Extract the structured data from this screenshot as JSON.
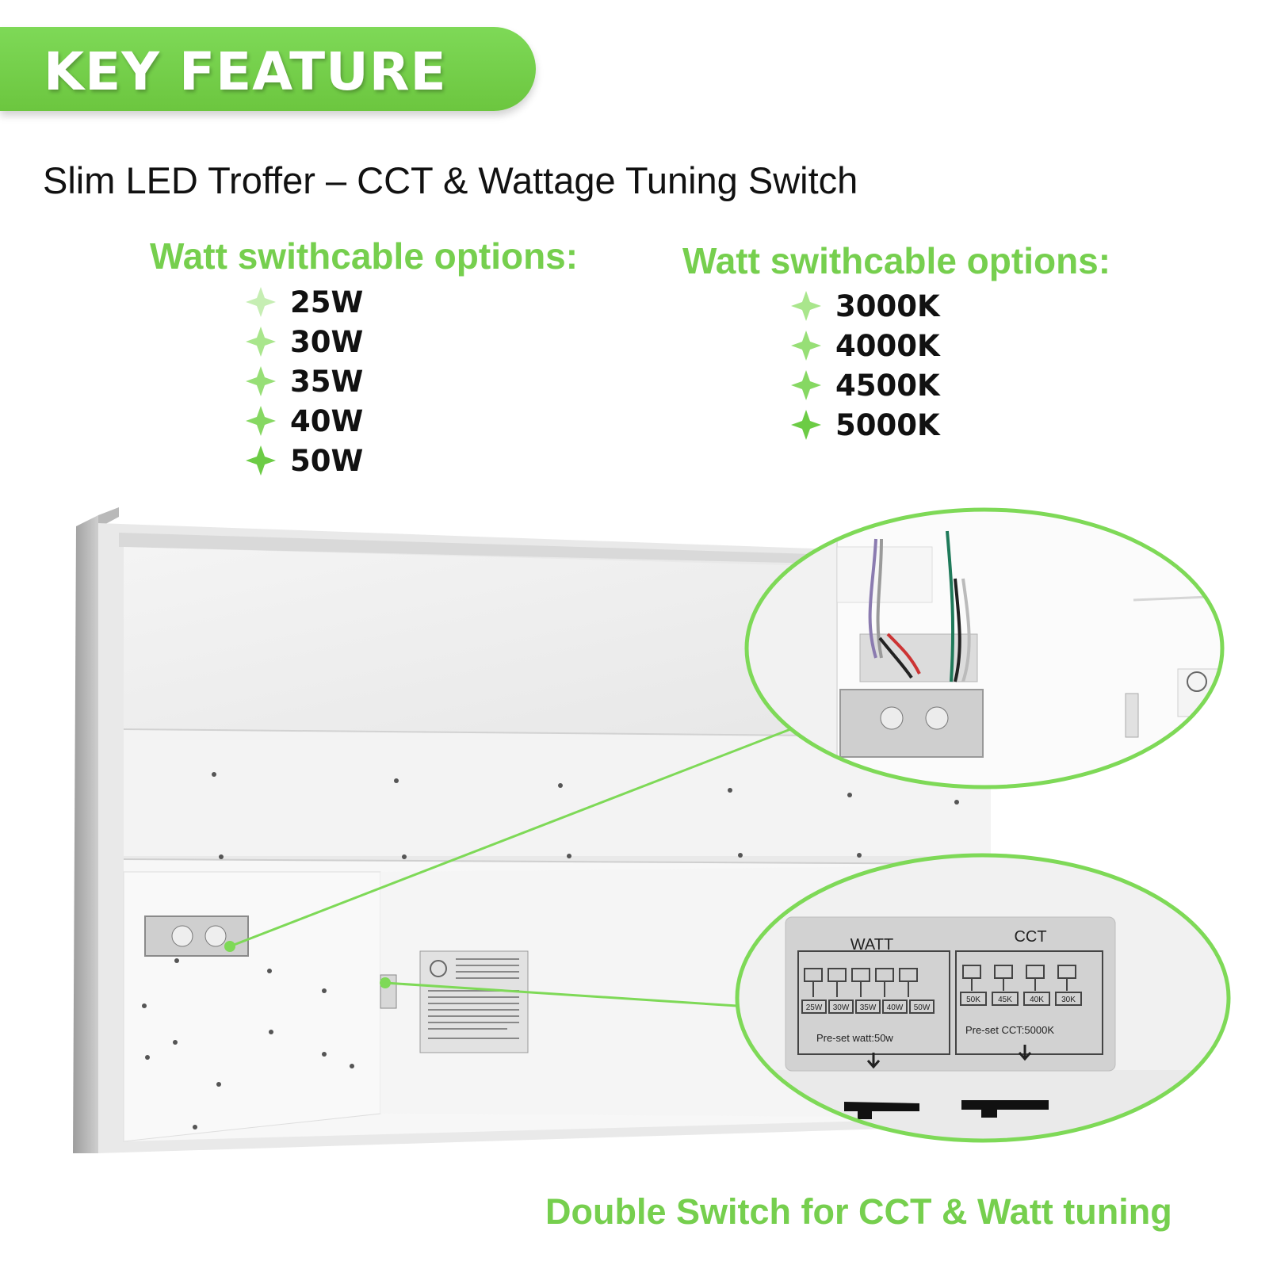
{
  "banner": {
    "title": "KEY FEATURE"
  },
  "subtitle": "Slim LED Troffer – CCT & Wattage Tuning Switch",
  "watt_options": {
    "heading": "Watt swithcable options:",
    "items": [
      "25W",
      "30W",
      "35W",
      "40W",
      "50W"
    ]
  },
  "cct_options": {
    "heading": "Watt swithcable options:",
    "items": [
      "3000K",
      "4000K",
      "4500K",
      "5000K"
    ]
  },
  "switch_label": {
    "watt_title": "WATT",
    "cct_title": "CCT",
    "watt_values": [
      "25W",
      "30W",
      "35W",
      "40W",
      "50W"
    ],
    "cct_values": [
      "50K",
      "45K",
      "40K",
      "30K"
    ],
    "watt_preset": "Pre-set  watt:50w",
    "cct_preset": "Pre-set   CCT:5000K"
  },
  "footer": "Double Switch for CCT & Watt tuning",
  "colors": {
    "accent": "#76cf4e",
    "banner": "#72cd47",
    "text": "#111111"
  }
}
